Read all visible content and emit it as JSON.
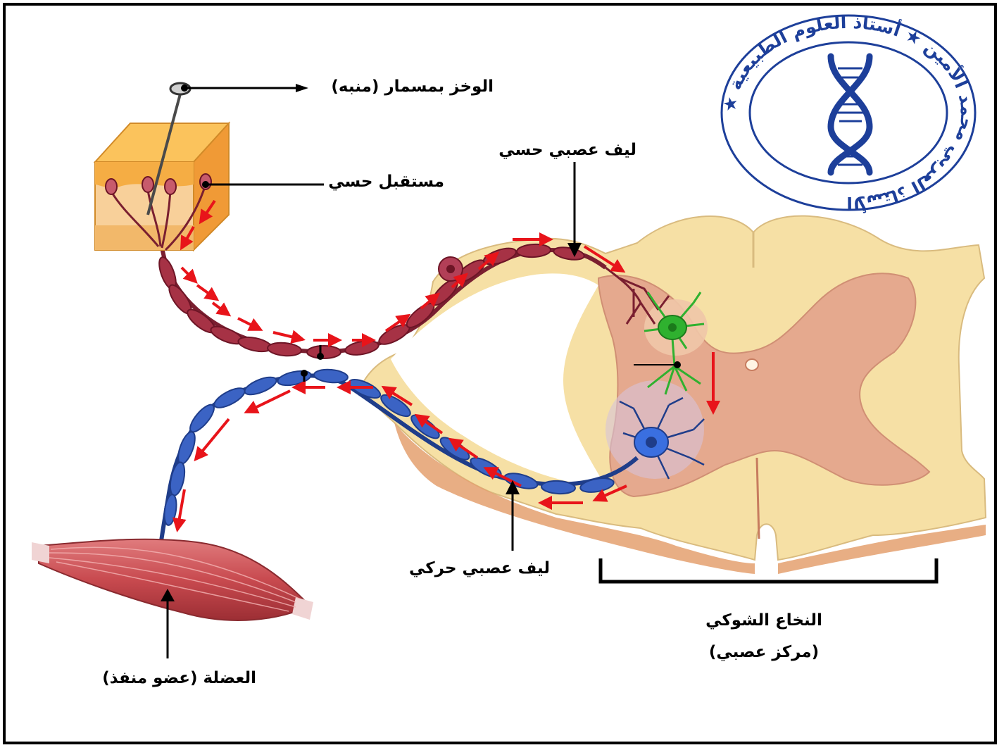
{
  "labels": {
    "stimulus": "الوخز بمسمار (منبه)",
    "receptor": "مستقبل حسي",
    "sensory_fiber": "ليف عصبي حسي",
    "motor_fiber": "ليف عصبي حركي",
    "muscle": "العضلة (عضو منفذ)",
    "spinal_cord_line1": "النخاع الشوكي",
    "spinal_cord_line2": "(مركز عصبي)"
  },
  "seal": {
    "text": "★ الأستاذ العربي محمد الأمين ★ أستاذ العلوم الطبيعية ",
    "icon": "dna-icon"
  },
  "colors": {
    "sensory_fiber": "#a63245",
    "motor_fiber": "#3b63c4",
    "arrow": "#e8141a",
    "interneuron": "#2fb12f",
    "motor_neuron": "#3a6fe0",
    "spinal_white": "#f6e0a5",
    "spinal_gray": "#e5a98e",
    "skin": "#f5ad44",
    "muscle": "#c84a4f",
    "seal": "#1d3f9a"
  }
}
